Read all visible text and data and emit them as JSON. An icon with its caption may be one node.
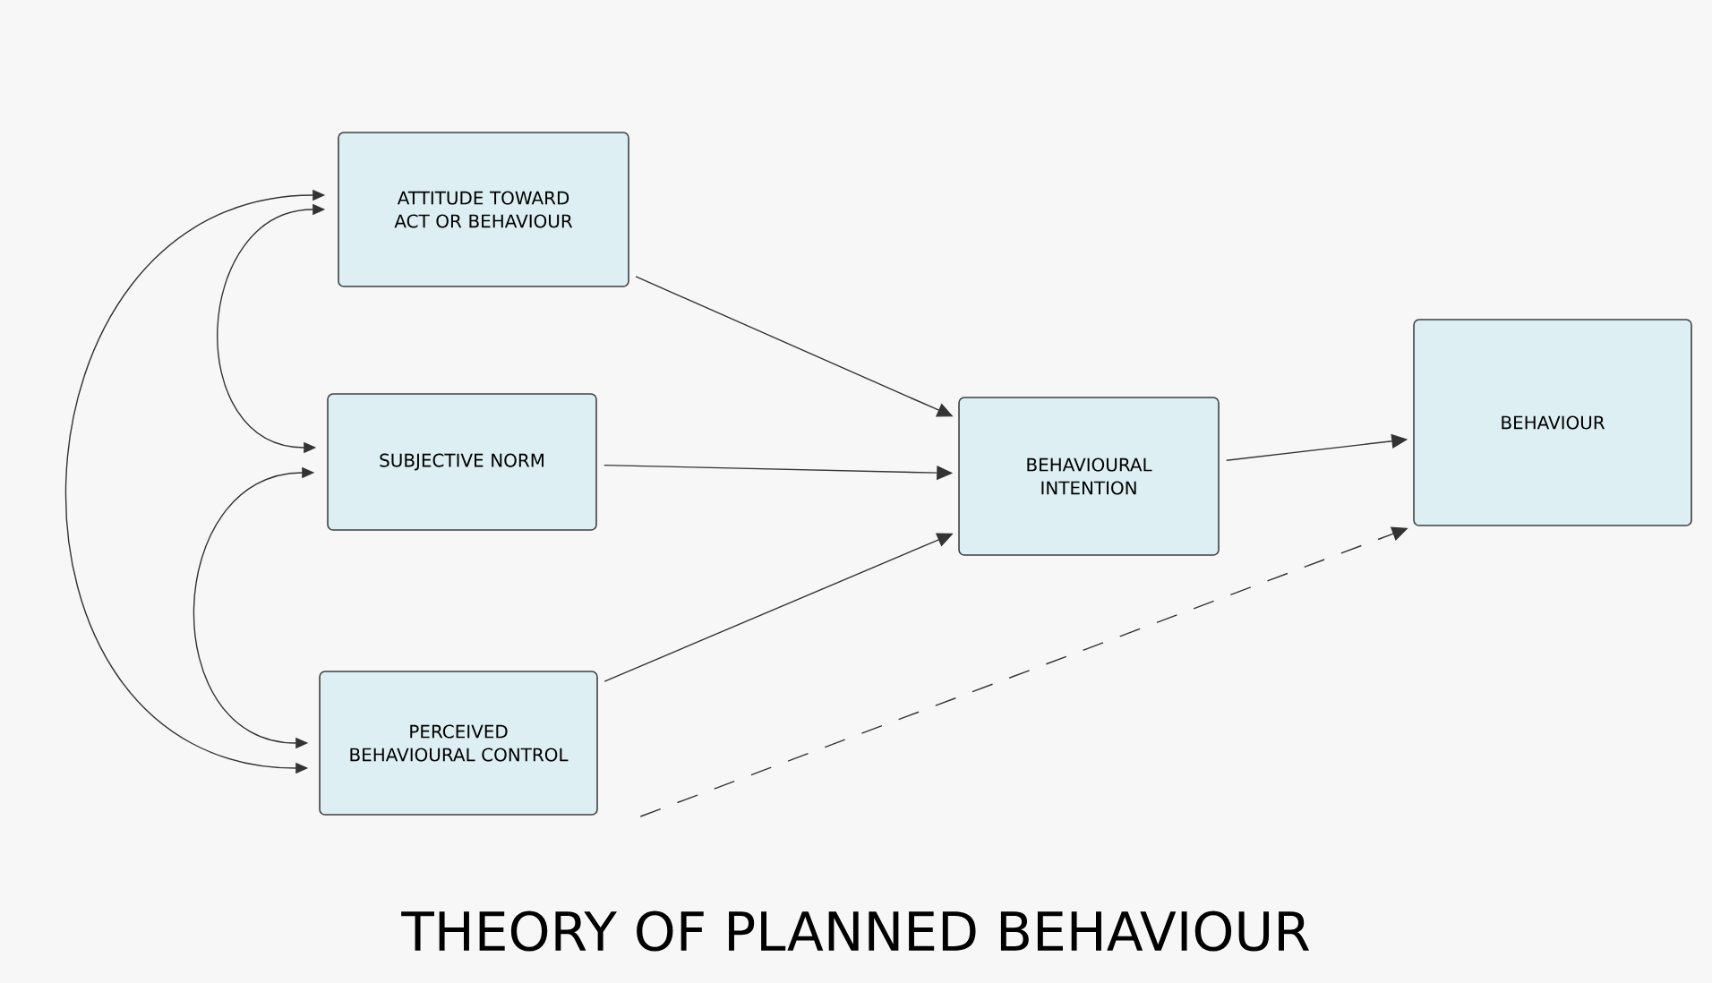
{
  "diagram": {
    "title": "THEORY OF PLANNED BEHAVIOUR",
    "nodes": [
      {
        "text": [
          "ATTITUDE TOWARD ACT OR BEHAVIOUR"
        ]
      },
      {
        "text": [
          "SUBJECTIVE NORM"
        ]
      },
      {
        "text": [
          "PERCEIVED BEHAVIOURAL CONTROL"
        ]
      },
      {
        "text": [
          "BEHAVIOURAL INTENTION"
        ]
      },
      {
        "text": [
          "BEHAVIOUR"
        ]
      }
    ],
    "edges": [
      {
        "from": 0,
        "to": 1,
        "arrow": "both"
      },
      {
        "from": 1,
        "to": 2,
        "arrow": "both"
      },
      {
        "from": 0,
        "to": 2,
        "arrow": "both"
      },
      {
        "from": 0,
        "to": 3,
        "arrow": "to"
      },
      {
        "from": 1,
        "to": 3,
        "arrow": "to"
      },
      {
        "from": 2,
        "to": 3,
        "arrow": "to"
      },
      {
        "from": 3,
        "to": 4,
        "arrow": "to"
      },
      {
        "from": 2,
        "to": 4,
        "arrow": "to",
        "style": "dashed"
      }
    ]
  }
}
